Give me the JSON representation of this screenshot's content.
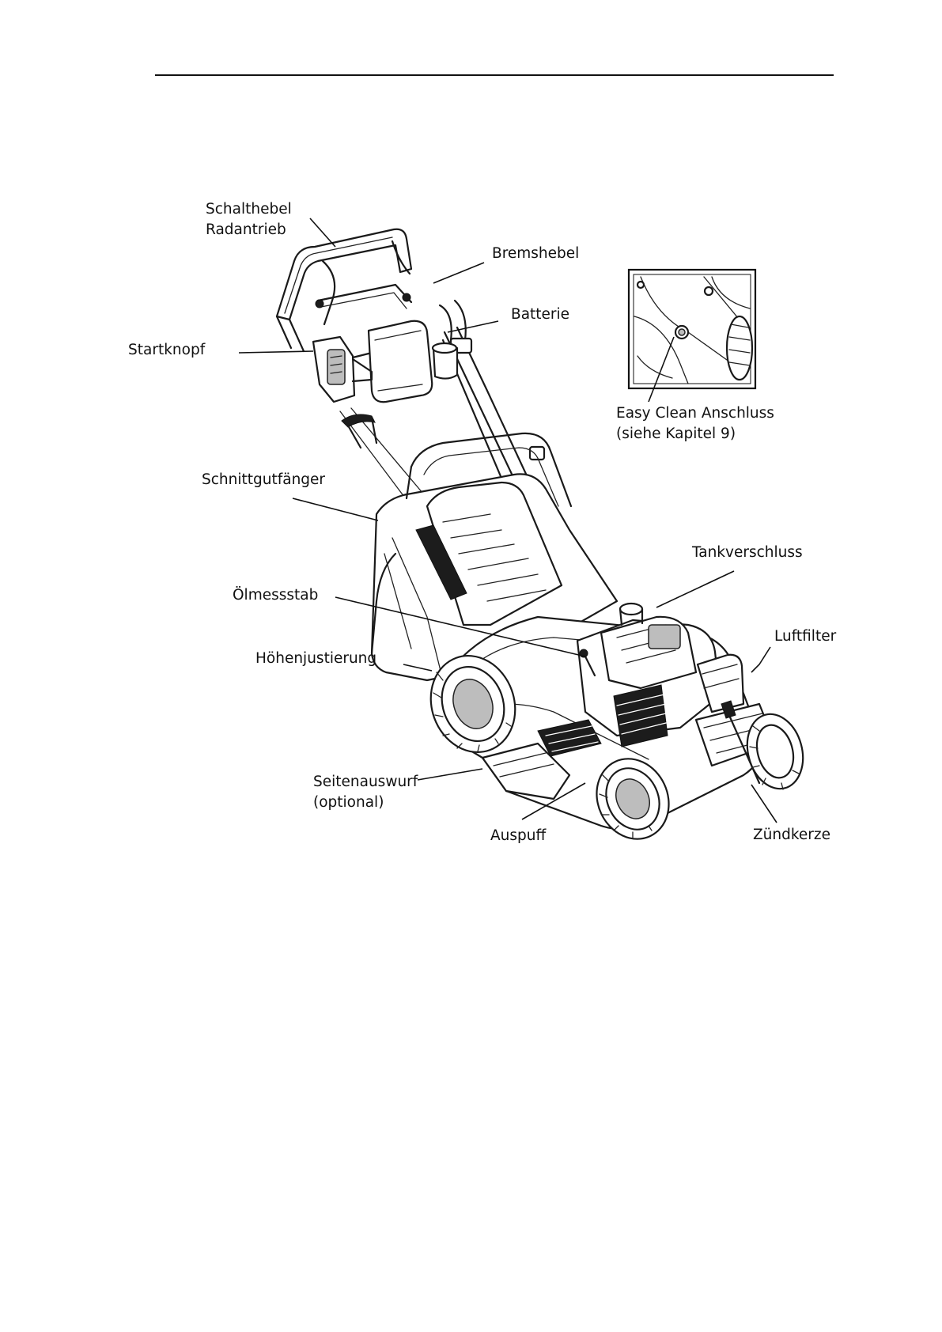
{
  "labels": {
    "schalthebel": [
      "Schalthebel",
      "Radantrieb"
    ],
    "bremshebel": "Bremshebel",
    "batterie": "Batterie",
    "startknopf": "Startknopf",
    "easy_clean": [
      "Easy Clean Anschluss",
      "(siehe Kapitel 9)"
    ],
    "schnittgutfaenger": "Schnittgutfänger",
    "tankverschluss": "Tankverschluss",
    "oelmessstab": "Ölmessstab",
    "luftfilter": "Luftfilter",
    "hoehenjustierung": "Höhenjustierung",
    "seitenauswurf": [
      "Seitenauswurf",
      "(optional)"
    ],
    "auspuff": "Auspuff",
    "zuendkerze": "Zündkerze"
  }
}
